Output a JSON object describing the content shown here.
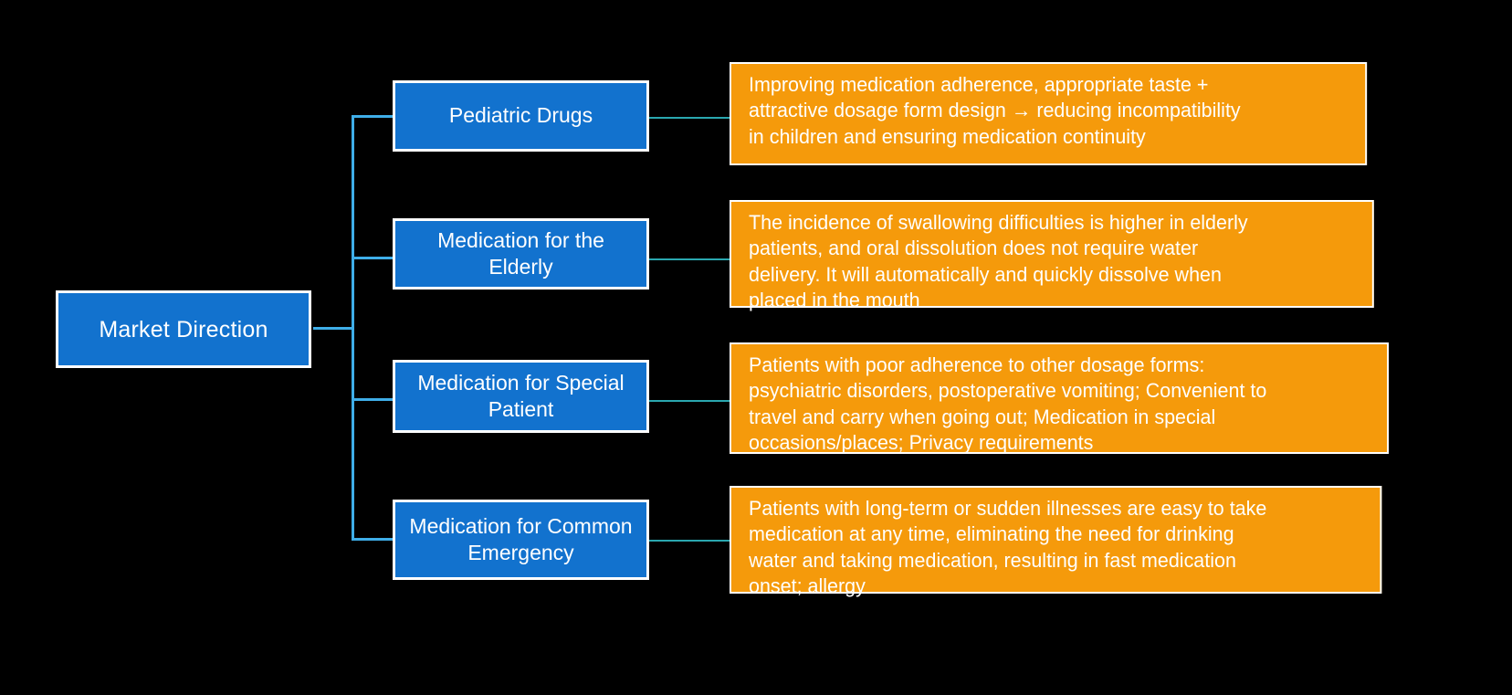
{
  "diagram": {
    "type": "tree-mindmap",
    "orientation": "left-to-right",
    "background_color": "#000000",
    "root": {
      "label": "Market Direction",
      "fill_color": "#1272CE",
      "border_color": "#FFFFFF",
      "text_color": "#FFFFFF"
    },
    "connector_colors": {
      "trunk": "#3FAEE8",
      "leaf": "#2AA7AF"
    },
    "branches": [
      {
        "label": "Pediatric Drugs",
        "fill_color": "#1272CE",
        "detail": "Improving medication adherence, appropriate taste +\nattractive dosage form design → reducing incompatibility\nin children and ensuring medication continuity",
        "detail_fill_color": "#F59A0B"
      },
      {
        "label": "Medication for the\nElderly",
        "fill_color": "#1272CE",
        "detail": "The incidence of swallowing difficulties is higher in elderly\npatients, and oral dissolution does not require water\ndelivery. It will automatically and quickly dissolve when\nplaced in the mouth",
        "detail_fill_color": "#F59A0B"
      },
      {
        "label": "Medication for Special\nPatient",
        "fill_color": "#1272CE",
        "detail": "Patients with poor adherence to other dosage forms:\npsychiatric disorders, postoperative vomiting; Convenient to\ntravel and carry when going out; Medication in special\noccasions/places; Privacy requirements",
        "detail_fill_color": "#F59A0B"
      },
      {
        "label": "Medication for Common\nEmergency",
        "fill_color": "#1272CE",
        "detail": "Patients with long-term or sudden illnesses are easy to take\nmedication at any time, eliminating the need for drinking\nwater and taking medication, resulting in fast medication\nonset; allergy",
        "detail_fill_color": "#F59A0B"
      }
    ]
  }
}
